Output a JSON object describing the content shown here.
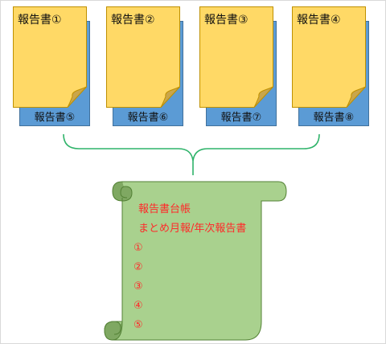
{
  "documents": [
    {
      "front": "報告書①",
      "back": "報告書⑤"
    },
    {
      "front": "報告書②",
      "back": "報告書⑥"
    },
    {
      "front": "報告書③",
      "back": "報告書⑦"
    },
    {
      "front": "報告書④",
      "back": "報告書⑧"
    }
  ],
  "ledger": {
    "title": "報告書台帳",
    "subtitle": "まとめ月報/年次報告書",
    "items": [
      "①",
      "②",
      "③",
      "④",
      "⑤"
    ]
  },
  "colors": {
    "note_fill": "#ffd966",
    "note_border": "#bf9000",
    "fold": "#caa64a",
    "back_fill": "#5b9bd5",
    "scroll_fill": "#a9d18e",
    "scroll_border": "#538135",
    "scroll_curl": "#7fa862",
    "connector": "#2fb36a",
    "ledger_text": "#ff2a2a"
  }
}
